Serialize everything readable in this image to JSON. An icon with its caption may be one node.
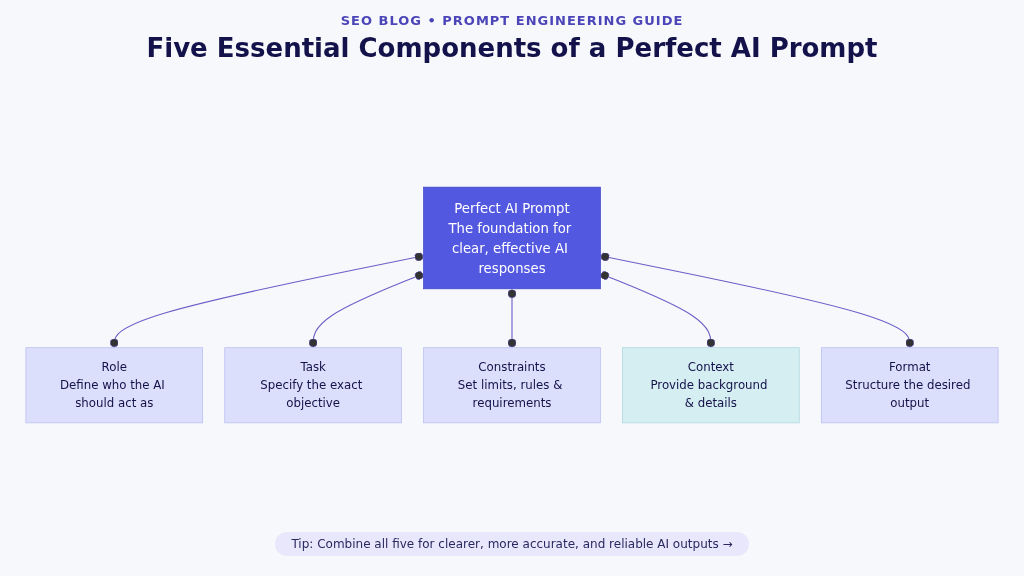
{
  "diagram": {
    "title": "Five Essential Components of a Perfect AI Prompt",
    "nodes": [
      {
        "text": [
          "Role",
          "Define who the AI should act as"
        ]
      },
      {
        "text": [
          "Task",
          "Specify the exact objective"
        ]
      },
      {
        "text": [
          "Constraints",
          "Set limits, rules & requirements"
        ]
      },
      {
        "text": [
          "Perfect AI Prompt",
          "The foundation for clear, effective AI responses"
        ]
      },
      {
        "text": [
          "Context",
          "Provide background & details"
        ]
      },
      {
        "text": [
          "Format",
          "Structure the desired output"
        ]
      }
    ],
    "edges": [
      {
        "from": 3,
        "to": 0,
        "arrow": "other"
      },
      {
        "from": 3,
        "to": 1,
        "arrow": "other"
      },
      {
        "from": 3,
        "to": 2,
        "arrow": "other"
      },
      {
        "from": 3,
        "to": 4,
        "arrow": "other"
      },
      {
        "from": 3,
        "to": 5,
        "arrow": "other"
      }
    ],
    "labels": [
      "SEO BLOG • PROMPT ENGINEERING GUIDE",
      "Tip: Combine all five for clearer, more accurate, and reliable AI outputs →"
    ]
  }
}
